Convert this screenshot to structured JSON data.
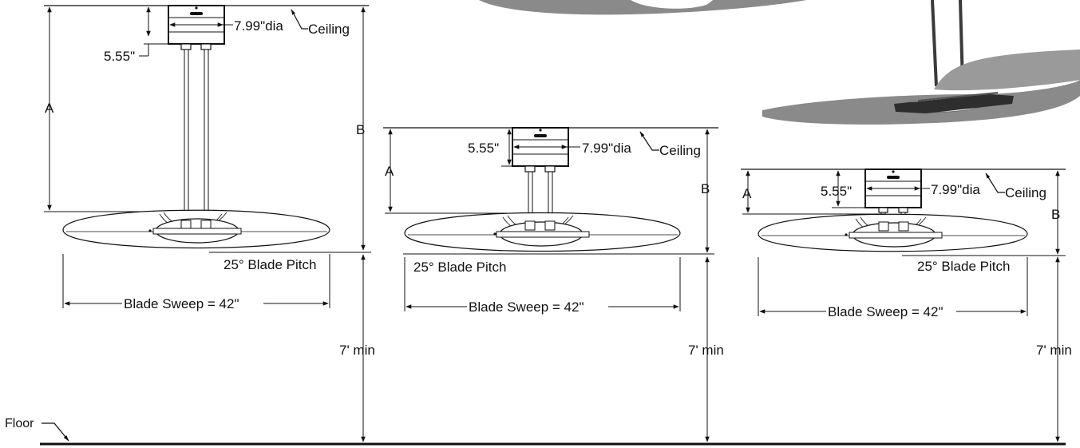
{
  "labels": {
    "ceiling": "Ceiling",
    "floor": "Floor",
    "diameter": "7.99\"dia",
    "canopy_height": "5.55\"",
    "dim_a": "A",
    "dim_b": "B",
    "blade_pitch": "25° Blade Pitch",
    "blade_sweep": "Blade Sweep = 42\"",
    "min_height": "7' min"
  },
  "colors": {
    "line": "#111111",
    "blade_fill": "#ffffff",
    "photo_blade": "#8a8a8a",
    "photo_blade_dark": "#6f6f6f",
    "photo_rod": "#3a3a3a"
  },
  "configurations": [
    {
      "name": "long-downrod"
    },
    {
      "name": "medium-downrod"
    },
    {
      "name": "short-downrod"
    }
  ]
}
